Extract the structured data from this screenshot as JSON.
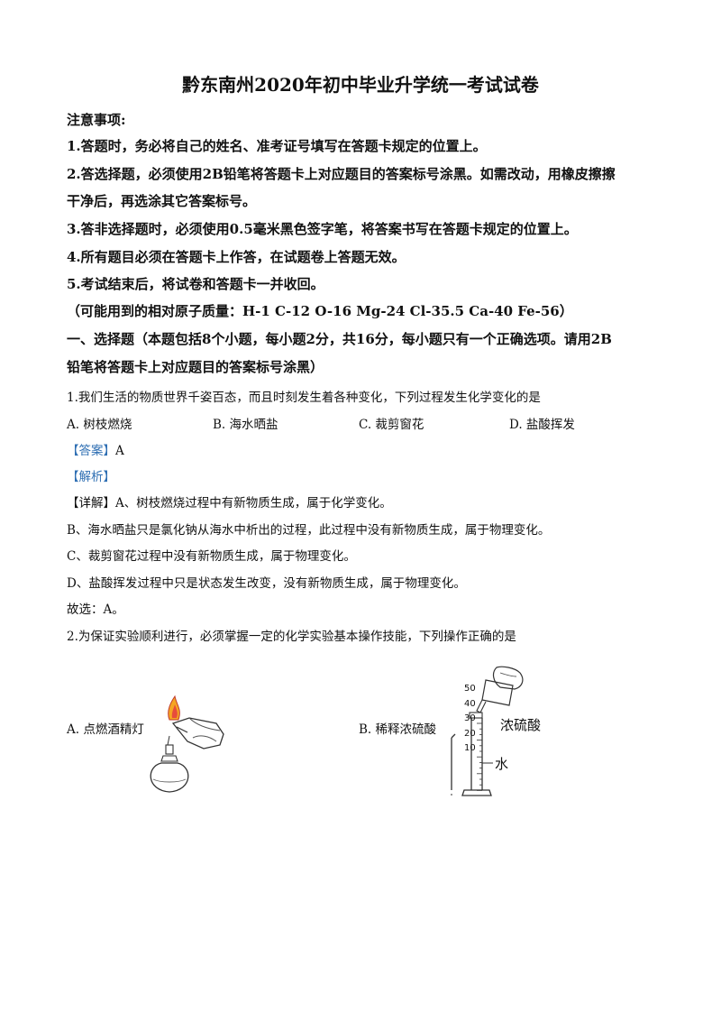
{
  "title": "黔东南州2020年初中毕业升学统一考试试卷",
  "notice": {
    "heading": "注意事项:",
    "items": [
      "1.答题时，务必将自己的姓名、准考证号填写在答题卡规定的位置上。",
      "2.答选择题，必须使用2B铅笔将答题卡上对应题目的答案标号涂黑。如需改动，用橡皮擦擦",
      "干净后，再选涂其它答案标号。",
      "3.答非选择题时，必须使用0.5毫米黑色签字笔，将答案书写在答题卡规定的位置上。",
      "4.所有题目必须在答题卡上作答，在试题卷上答题无效。",
      "5.考试结束后，将试卷和答题卡一并收回。"
    ],
    "atomic_mass": "（可能用到的相对原子质量：H-1  C-12  O-16  Mg-24  Cl-35.5   Ca-40  Fe-56）"
  },
  "section1": {
    "line1": "一、选择题（本题包括8个小题，每小题2分，共16分，每小题只有一个正确选项。请用2B",
    "line2": "铅笔将答题卡上对应题目的答案标号涂黑）"
  },
  "q1": {
    "stem": "1.我们生活的物质世界千姿百态，而且时刻发生着各种变化，下列过程发生化学变化的是",
    "options": [
      "A.  树枝燃烧",
      "B.  海水晒盐",
      "C.  裁剪窗花",
      "D.  盐酸挥发"
    ],
    "answer_tag": "【答案】",
    "answer": "A",
    "analysis_tag": "【解析】",
    "detail_tag": "【详解】",
    "detail_first": "A、树枝燃烧过程中有新物质生成，属于化学变化。",
    "detail_lines": [
      "B、海水晒盐只是氯化钠从海水中析出的过程，此过程中没有新物质生成，属于物理变化。",
      "C、裁剪窗花过程中没有新物质生成，属于物理变化。",
      "D、盐酸挥发过程中只是状态发生改变，没有新物质生成，属于物理变化。",
      "故选：A。"
    ]
  },
  "q2": {
    "stem": "2.为保证实验顺利进行，必须掌握一定的化学实验基本操作技能，下列操作正确的是",
    "option_a": "A.  点燃酒精灯",
    "option_b": "B.  稀释浓硫酸",
    "label_acid": "浓硫酸",
    "label_water": "水",
    "cylinder_ticks": [
      "50",
      "40",
      "30",
      "20",
      "10"
    ]
  }
}
